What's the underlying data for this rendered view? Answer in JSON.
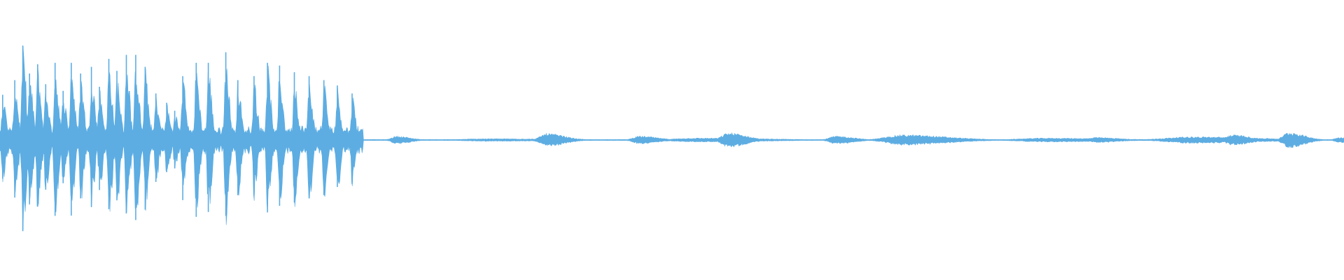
{
  "waveform": {
    "color": "#5dade2",
    "background": "#ffffff",
    "sample_positions": [
      0.0,
      1.0
    ],
    "bursts": [
      {
        "t": 0.002,
        "amp": 0.34,
        "w": 0.0015
      },
      {
        "t": 0.011,
        "amp": 0.45,
        "w": 0.0015
      },
      {
        "t": 0.017,
        "amp": 0.71,
        "w": 0.0015
      },
      {
        "t": 0.022,
        "amp": 0.5,
        "w": 0.0015
      },
      {
        "t": 0.028,
        "amp": 0.57,
        "w": 0.0015
      },
      {
        "t": 0.034,
        "amp": 0.42,
        "w": 0.0015
      },
      {
        "t": 0.041,
        "amp": 0.58,
        "w": 0.0015
      },
      {
        "t": 0.047,
        "amp": 0.37,
        "w": 0.0015
      },
      {
        "t": 0.053,
        "amp": 0.58,
        "w": 0.0015
      },
      {
        "t": 0.06,
        "amp": 0.5,
        "w": 0.0015
      },
      {
        "t": 0.068,
        "amp": 0.55,
        "w": 0.0015
      },
      {
        "t": 0.074,
        "amp": 0.4,
        "w": 0.0015
      },
      {
        "t": 0.081,
        "amp": 0.61,
        "w": 0.0015
      },
      {
        "t": 0.087,
        "amp": 0.52,
        "w": 0.0015
      },
      {
        "t": 0.094,
        "amp": 0.64,
        "w": 0.0015
      },
      {
        "t": 0.101,
        "amp": 0.64,
        "w": 0.0015
      },
      {
        "t": 0.108,
        "amp": 0.55,
        "w": 0.0015
      },
      {
        "t": 0.116,
        "amp": 0.35,
        "w": 0.0015
      },
      {
        "t": 0.124,
        "amp": 0.28,
        "w": 0.0015
      },
      {
        "t": 0.13,
        "amp": 0.22,
        "w": 0.0015
      },
      {
        "t": 0.136,
        "amp": 0.48,
        "w": 0.0015
      },
      {
        "t": 0.146,
        "amp": 0.58,
        "w": 0.0015
      },
      {
        "t": 0.155,
        "amp": 0.58,
        "w": 0.0015
      },
      {
        "t": 0.168,
        "amp": 0.66,
        "w": 0.0015
      },
      {
        "t": 0.177,
        "amp": 0.45,
        "w": 0.0015
      },
      {
        "t": 0.189,
        "amp": 0.48,
        "w": 0.0015
      },
      {
        "t": 0.199,
        "amp": 0.58,
        "w": 0.0015
      },
      {
        "t": 0.208,
        "amp": 0.56,
        "w": 0.0015
      },
      {
        "t": 0.219,
        "amp": 0.51,
        "w": 0.0015
      },
      {
        "t": 0.23,
        "amp": 0.48,
        "w": 0.0015
      },
      {
        "t": 0.241,
        "amp": 0.45,
        "w": 0.0015
      },
      {
        "t": 0.251,
        "amp": 0.41,
        "w": 0.0015
      },
      {
        "t": 0.262,
        "amp": 0.35,
        "w": 0.0015
      }
    ],
    "quiet_blips": [
      {
        "t": 0.295,
        "amp": 0.03,
        "w": 0.006
      },
      {
        "t": 0.363,
        "amp": 0.01,
        "w": 0.03
      },
      {
        "t": 0.407,
        "amp": 0.05,
        "w": 0.008
      },
      {
        "t": 0.476,
        "amp": 0.03,
        "w": 0.008
      },
      {
        "t": 0.52,
        "amp": 0.015,
        "w": 0.03
      },
      {
        "t": 0.542,
        "amp": 0.055,
        "w": 0.008
      },
      {
        "t": 0.622,
        "amp": 0.03,
        "w": 0.008
      },
      {
        "t": 0.672,
        "amp": 0.04,
        "w": 0.02
      },
      {
        "t": 0.777,
        "amp": 0.015,
        "w": 0.03
      },
      {
        "t": 0.816,
        "amp": 0.02,
        "w": 0.01
      },
      {
        "t": 0.886,
        "amp": 0.025,
        "w": 0.03
      },
      {
        "t": 0.917,
        "amp": 0.04,
        "w": 0.008
      },
      {
        "t": 0.959,
        "amp": 0.06,
        "w": 0.007
      },
      {
        "t": 0.997,
        "amp": 0.02,
        "w": 0.006
      }
    ]
  }
}
